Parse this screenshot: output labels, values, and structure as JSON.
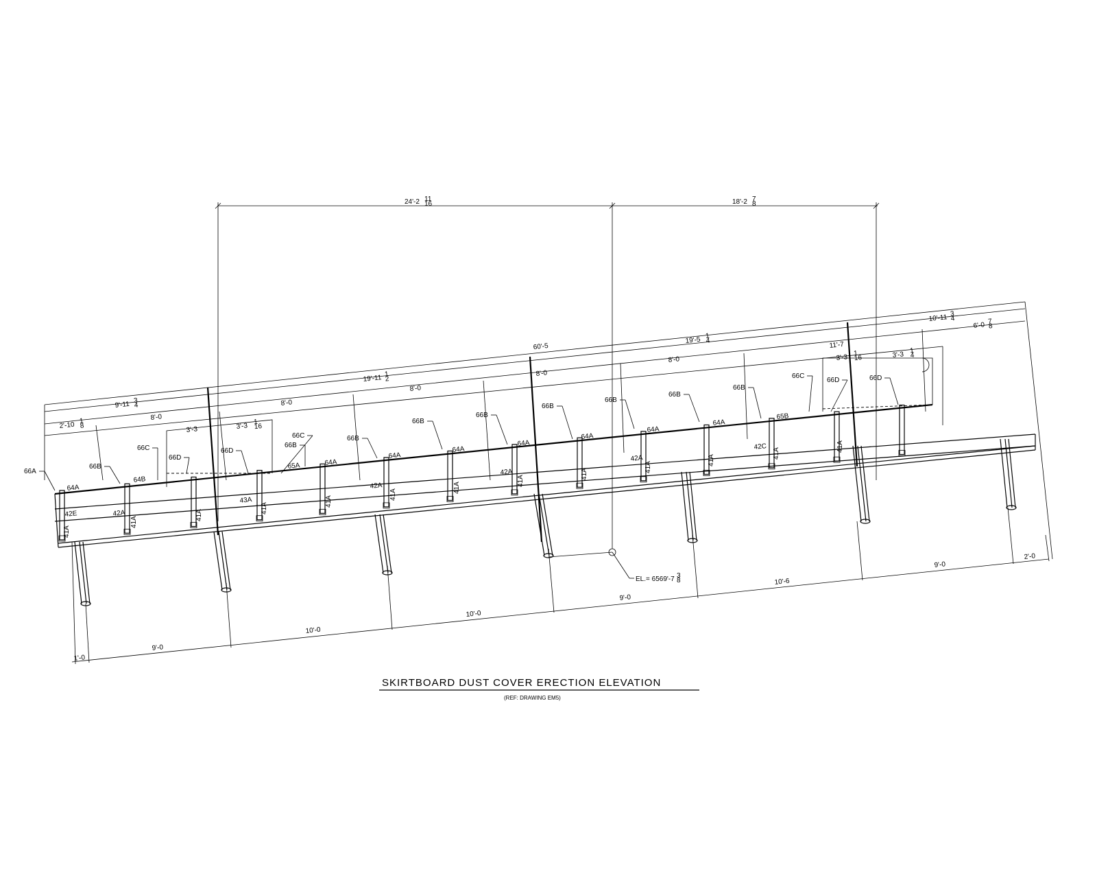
{
  "title": "SKIRTBOARD DUST COVER ERECTION ELEVATION",
  "reference": "(REF: DRAWING EM5)",
  "elevation": "EL.= 6569'-7",
  "elevation_fraction": {
    "num": "3",
    "den": "8"
  },
  "top_dims": [
    {
      "whole": "24'-2",
      "num": "11",
      "den": "16"
    },
    {
      "whole": "18'-2",
      "num": "7",
      "den": "8"
    }
  ],
  "sloped_dims": [
    {
      "whole": "60'-5",
      "num": "",
      "den": ""
    },
    {
      "whole": "10'-11",
      "num": "3",
      "den": "4"
    },
    {
      "whole": "6'-0",
      "num": "7",
      "den": "8"
    },
    {
      "whole": "19'-5",
      "num": "1",
      "den": "4"
    },
    {
      "whole": "19'-11",
      "num": "1",
      "den": "2"
    },
    {
      "whole": "11'-7",
      "num": "",
      "den": ""
    },
    {
      "whole": "9'-11",
      "num": "3",
      "den": "4"
    },
    {
      "whole": "8'-0",
      "num": "",
      "den": ""
    },
    {
      "whole": "8'-0",
      "num": "",
      "den": ""
    },
    {
      "whole": "8'-0",
      "num": "",
      "den": ""
    },
    {
      "whole": "8'-0",
      "num": "",
      "den": ""
    },
    {
      "whole": "8'-0",
      "num": "",
      "den": ""
    },
    {
      "whole": "2'-10",
      "num": "1",
      "den": "8"
    },
    {
      "whole": "3'-3",
      "num": "",
      "den": ""
    },
    {
      "whole": "3'-3",
      "num": "1",
      "den": "16"
    },
    {
      "whole": "3'-3",
      "num": "1",
      "den": "16"
    },
    {
      "whole": "3'-3",
      "num": "1",
      "den": "4"
    }
  ],
  "bottom_dims": [
    {
      "whole": "1'-0"
    },
    {
      "whole": "9'-0"
    },
    {
      "whole": "10'-0"
    },
    {
      "whole": "10'-0"
    },
    {
      "whole": "9'-0"
    },
    {
      "whole": "10'-6"
    },
    {
      "whole": "9'-0"
    },
    {
      "whole": "2'-0"
    }
  ],
  "callouts": [
    "66A",
    "66B",
    "66C",
    "66D",
    "66D",
    "66C",
    "66B",
    "66B",
    "66B",
    "66B",
    "66B",
    "66B",
    "66B",
    "66B",
    "66C",
    "66D",
    "66D"
  ],
  "part_labels": [
    "64A",
    "64B",
    "65A",
    "64A",
    "64A",
    "64A",
    "64A",
    "64A",
    "64A",
    "64A",
    "65B"
  ],
  "member_labels": [
    "42E",
    "42A",
    "43A",
    "42A",
    "42A",
    "42A",
    "42C"
  ],
  "post_labels": [
    "41A",
    "41A",
    "41A",
    "41A",
    "41A",
    "41A",
    "41A",
    "41A",
    "41A",
    "41A",
    "41A",
    "41A",
    "41A"
  ]
}
